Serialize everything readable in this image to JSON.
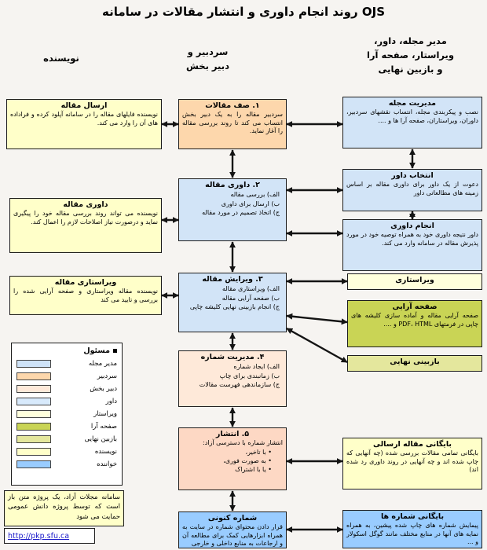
{
  "title": "روند انجام داوری و انتشار مقالات در سامانه OJS",
  "headers": {
    "right": "مدیر مجله، داور،\nویراستار، صفحه آرا\nو بازبین نهایی",
    "middle": "سردبیر و\nدبیر بخش",
    "left": "نویسنده"
  },
  "left_column": {
    "submit": {
      "title": "ارسال مقاله",
      "body": "نویسنده فایلهای مقاله را در سامانه آپلود کرده و فراداده های آن را وارد می کند."
    },
    "review": {
      "title": "داوری مقاله",
      "body": "نویسنده می تواند روند بررسی مقاله خود را پیگیری نماید و درصورت نیاز اصلاحات لازم را اعمال کند."
    },
    "copyedit": {
      "title": "ویراستاری مقاله",
      "body": "نویسنده مقاله ویراستاری و صفحه آرایی شده را بررسی و تایید می کند"
    }
  },
  "middle_column": {
    "queue": {
      "title": "۱. صف مقالات",
      "body": "سردبیر مقاله را به یک دبیر بخش انتساب می کند تا روند بررسی مقاله را آغاز نماید."
    },
    "review": {
      "title": "۲. داوری مقاله",
      "items": [
        "الف) بررسی مقاله",
        "ب) ارسال برای داوری",
        "ج) اتخاذ تصمیم در مورد مقاله"
      ]
    },
    "editing": {
      "title": "۳. ویرایش مقاله",
      "items": [
        "الف) ویراستاری مقاله",
        "ب) صفحه آرایی مقاله",
        "ج) انجام بازبینی نهایی کلیشه چاپی"
      ]
    },
    "issue_management": {
      "title": "۴. مدیریت شماره",
      "items": [
        "الف) ایجاد شماره",
        "ب) زمانبندی برای چاپ",
        "ج) سازماندهی فهرست مقالات"
      ]
    },
    "publication": {
      "title": "۵. انتشار",
      "lead": "انتشار شماره با دسترسی آزاد:",
      "items": [
        "با تاخیر،",
        "به صورت فوری،",
        "یا با اشتراک"
      ]
    },
    "current_issue": {
      "title": "شماره کنونی",
      "body": "قرار دادن محتوای شماره در سایت به همراه ابزارهایی کمک برای مطالعه آن و ارجاعات به منابع داخلی و خارجی"
    }
  },
  "right_column": {
    "journal_management": {
      "title": "مدیریت مجله",
      "body": "نصب و پیکربندی مجله، انتساب نقشهای سردبیر، داوران، ویراستاران، صفحه آرا ها و ...."
    },
    "select_reviewer": {
      "title": "انتخاب داور",
      "body": "دعوت از یک داور برای داوری مقاله بر اساس زمینه های مطالعاتی داور"
    },
    "perform_review": {
      "title": "انجام داوری",
      "body": "داور نتیجه داوری خود به همراه توصیه خود در مورد پذیرش مقاله در سامانه وارد می کند."
    },
    "copyediting": {
      "title": "ویراستاری"
    },
    "layout": {
      "title": "صفحه آرایی",
      "body": "صفحه آرایی مقاله و آماده سازی کلیشه های چاپی در فرمتهای PDF، HTML و ...."
    },
    "proofreading": {
      "title": "بازبینی نهایی"
    },
    "submission_archive": {
      "title": "بایگانی مقاله ارسالی",
      "body": "بایگانی تمامی مقالات بررسی شده (چه آنهایی که چاپ شده اند و چه آنهایی در روند داوری رد شده اند)"
    },
    "issue_archive": {
      "title": "بایگانی شماره ها",
      "body": "پیمایش شماره های چاپ شده پیشین، به همراه نمایه های آنها در منابع مختلف مانند گوگل اسکولار و ..."
    }
  },
  "legend": {
    "title": "مسئول",
    "items": [
      {
        "label": "مدیر مجله",
        "color": "#cfe3f8"
      },
      {
        "label": "سردبیر",
        "color": "#fdd7ac"
      },
      {
        "label": "دبیر بخش",
        "color": "#fee9d9"
      },
      {
        "label": "داور",
        "color": "#d8eafc"
      },
      {
        "label": "ویراستار",
        "color": "#ffffdc"
      },
      {
        "label": "صفحه آرا",
        "color": "#c9d455"
      },
      {
        "label": "بازبین نهایی",
        "color": "#e4e79d"
      },
      {
        "label": "نویسنده",
        "color": "#ffffc9"
      },
      {
        "label": "خواننده",
        "color": "#99ccff"
      }
    ]
  },
  "footer": {
    "note": "سامانه مجلات آزاد، یک پروژه متن باز است که توسط پروژه دانش عمومی حمایت می شود",
    "link": "http://pkp.sfu.ca"
  }
}
